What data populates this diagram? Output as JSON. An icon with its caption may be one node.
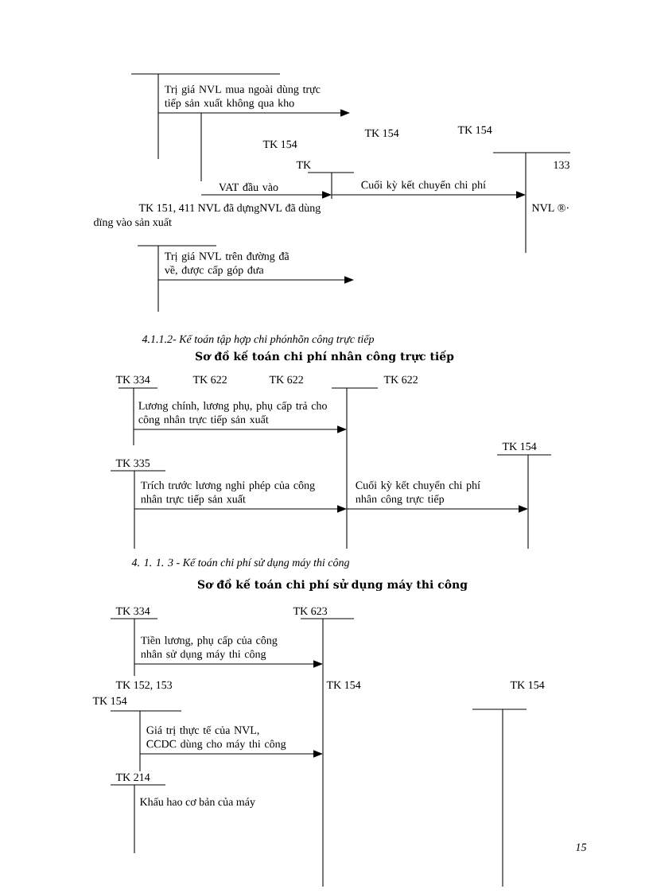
{
  "diagram": {
    "nodes": [
      {
        "text": [],
        "shape": "line"
      },
      {
        "text": [],
        "shape": "line"
      },
      {
        "text": [
          "133"
        ]
      },
      {
        "text": [
          "TK"
        ]
      },
      {
        "text": [],
        "shape": "line"
      },
      {
        "text": [
          "TK 334"
        ]
      },
      {
        "text": [
          "TK 622"
        ]
      },
      {
        "text": [
          "TK 154"
        ]
      },
      {
        "text": [
          "TK 335"
        ]
      },
      {
        "text": [
          "TK 334"
        ]
      },
      {
        "text": [
          "TK 623"
        ]
      },
      {
        "text": [
          "TK 152, 153"
        ]
      },
      {
        "text": [
          "TK 154"
        ]
      },
      {
        "text": [
          "TK 214"
        ]
      }
    ],
    "edges": [
      {
        "from": 0,
        "to": null,
        "arrow": "to",
        "label": "Trị giá NVL mua ngoài dùng trực tiếp sản xuất không qua kho"
      },
      {
        "from": 1,
        "to": 3,
        "arrow": "to",
        "label": "VAT đầu vào"
      },
      {
        "from": 3,
        "to": 2,
        "arrow": "to",
        "label": "Cuối kỳ kết chuyển chi phí"
      },
      {
        "from": 4,
        "to": null,
        "arrow": "to",
        "label": "Trị giá NVL trên đường đã về, được cấp góp đưa"
      },
      {
        "from": 5,
        "to": 6,
        "arrow": "to",
        "label": "Lương chính, lương phụ, phụ cấp trả cho công nhân trực tiếp sản xuất"
      },
      {
        "from": 8,
        "to": 6,
        "arrow": "to",
        "label": "Trích trước lương nghỉ phép của công nhân trực tiếp sản xuất"
      },
      {
        "from": 6,
        "to": 7,
        "arrow": "to",
        "label": "Cuối kỳ kết chuyển chi phí nhân công trực tiếp"
      },
      {
        "from": 9,
        "to": 10,
        "arrow": "to",
        "label": "Tiền lương, phụ cấp của công nhân sử dụng máy thi công"
      },
      {
        "from": 11,
        "to": 10,
        "arrow": "to",
        "label": "Giá trị thực tế của NVL, CCDC dùng cho máy thi công"
      }
    ],
    "labels": [
      "TK 154",
      "TK 154",
      "TK 154",
      "TK 151, 411 NVL đã dựngNVL đã dùng",
      "dïng vào sản xuất",
      "NVL ®·",
      "4.1.1.2- Kế toán tập hợp chi phónhõn công trực tiếp",
      "Sơ đồ kế toán chi phí nhân công trực tiếp",
      "TK 622",
      "TK 622",
      "4. 1. 1. 3 - Kế toán chi phí sử dụng máy thi công",
      "Sơ đồ kế toán chi phí sử dụng máy thi công",
      "TK 154",
      "TK 154",
      "Khấu hao cơ bản của máy",
      "15"
    ]
  }
}
